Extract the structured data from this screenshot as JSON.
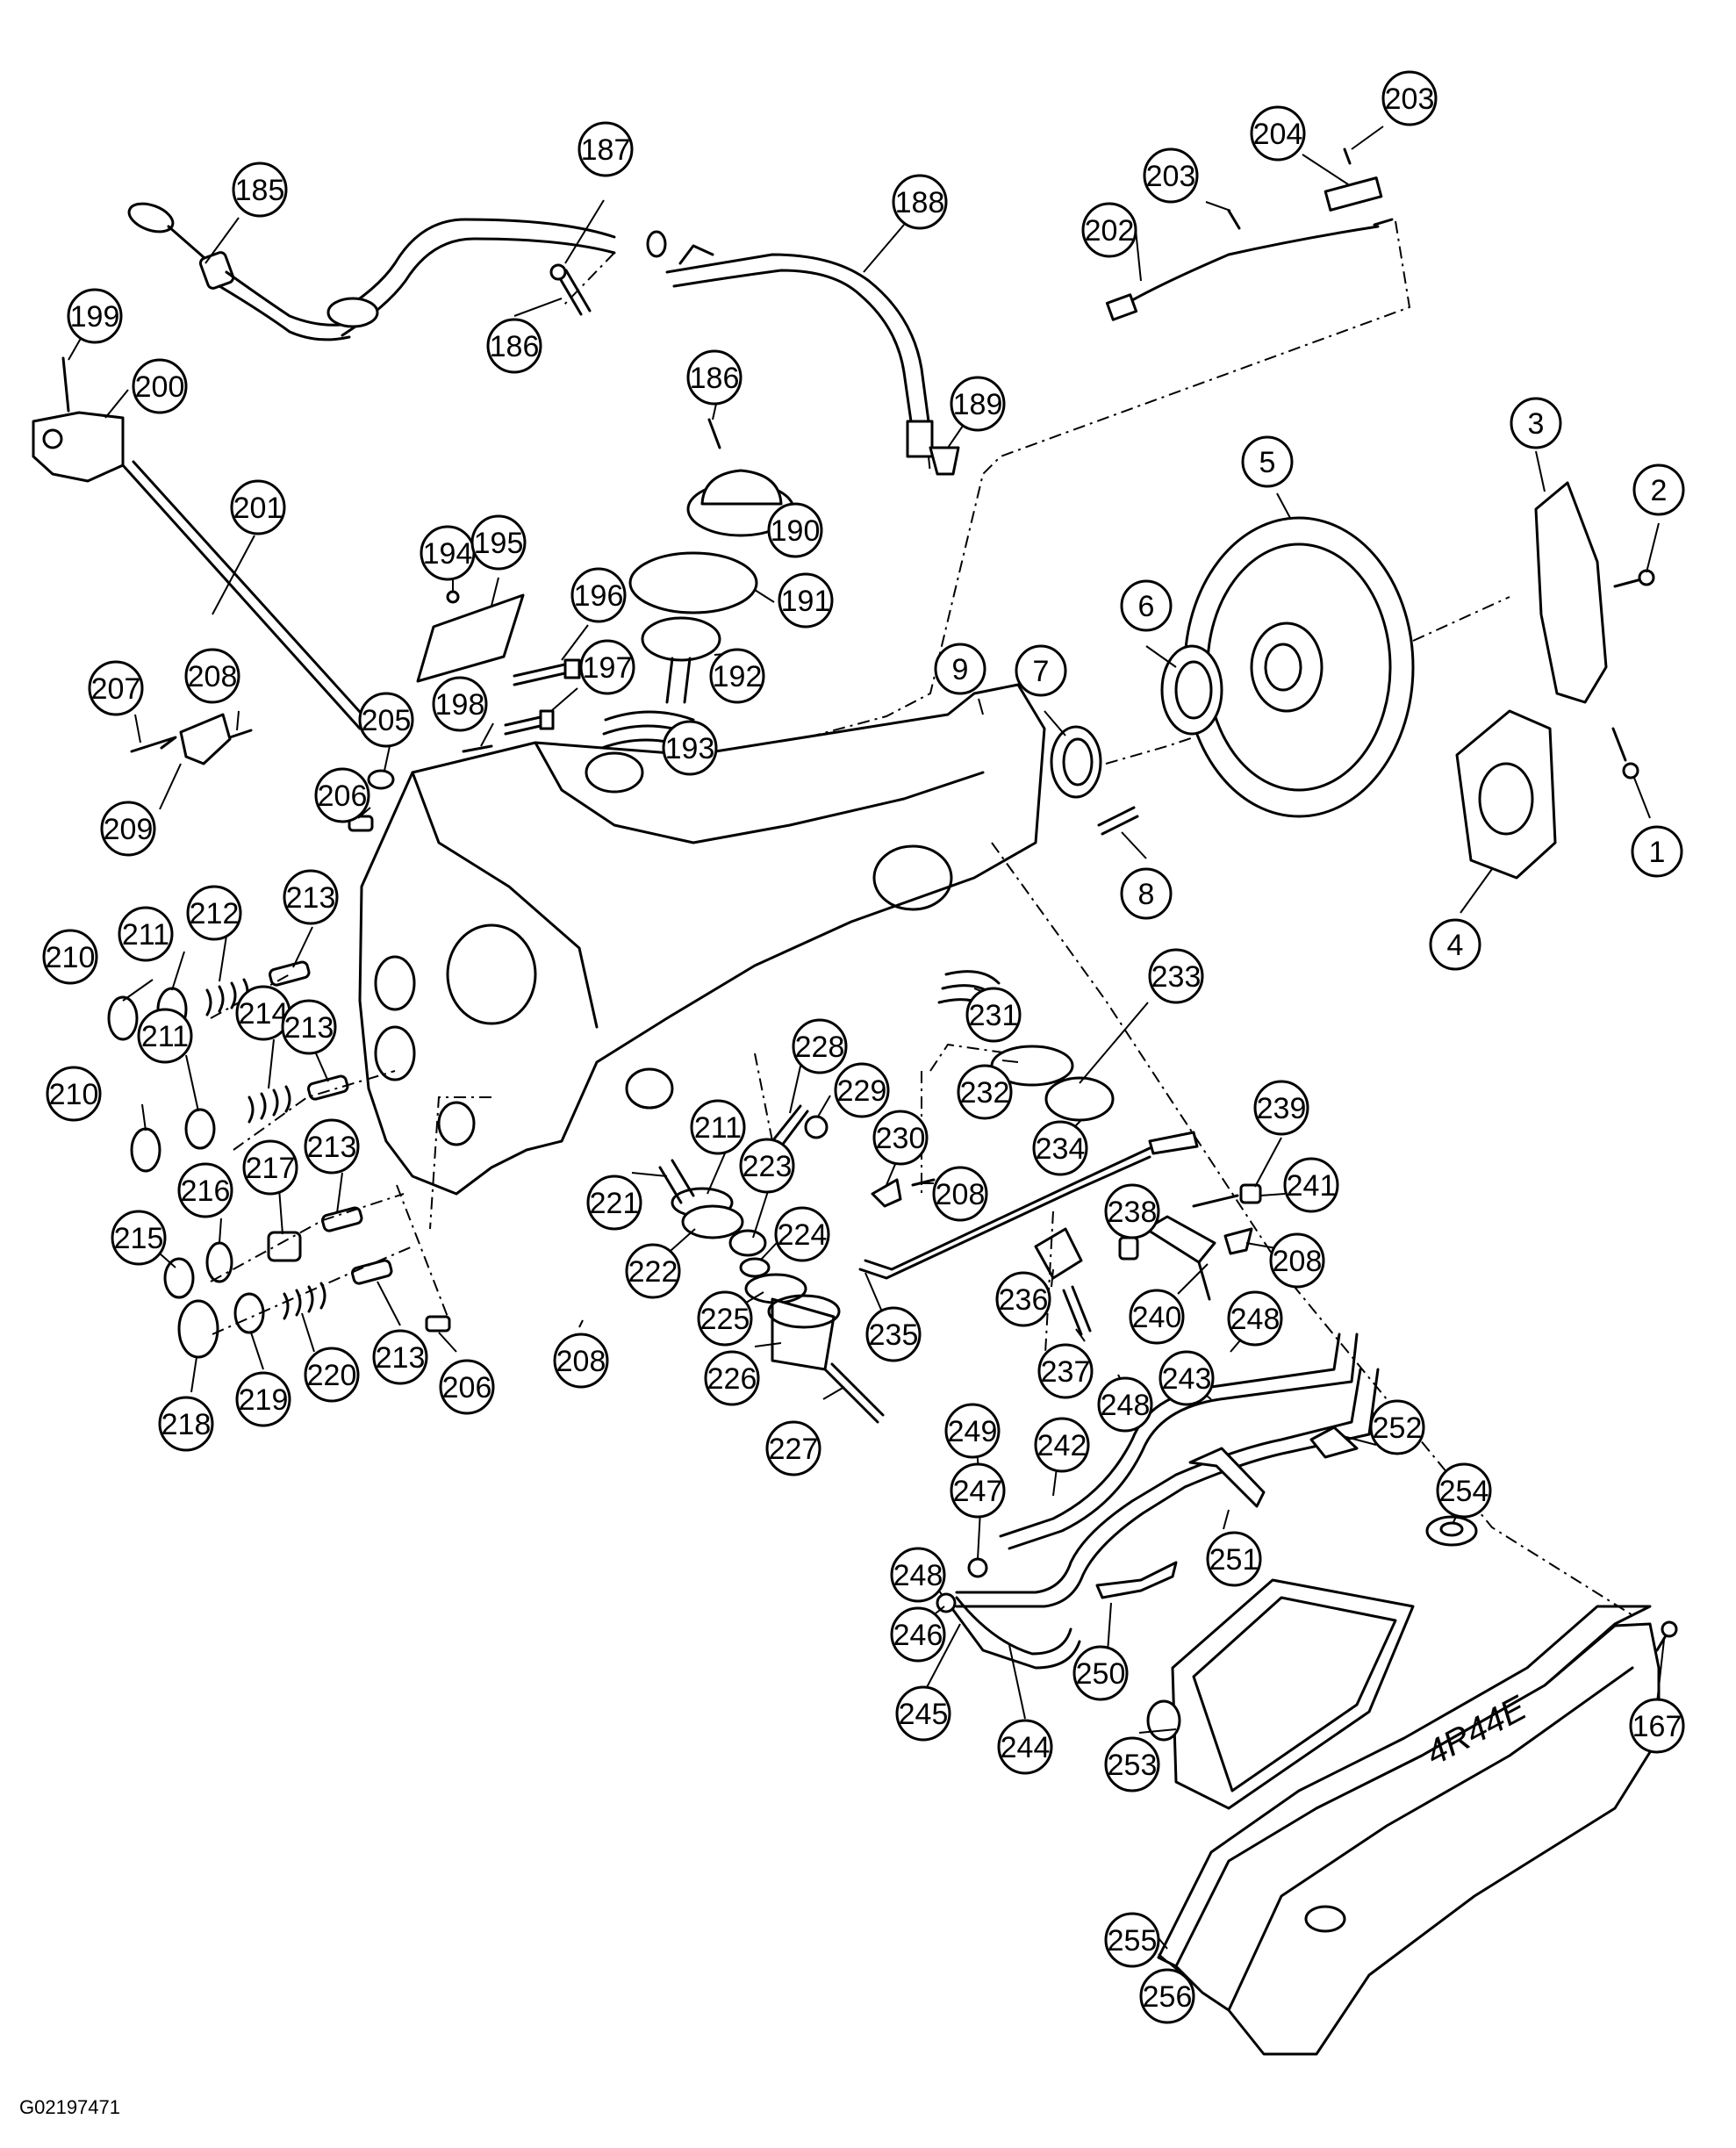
{
  "figure_id": "G02197471",
  "callouts": [
    {
      "label": "185"
    },
    {
      "label": "187"
    },
    {
      "label": "188"
    },
    {
      "label": "186"
    },
    {
      "label": "199"
    },
    {
      "label": "200"
    },
    {
      "label": "186"
    },
    {
      "label": "189"
    },
    {
      "label": "203"
    },
    {
      "label": "204"
    },
    {
      "label": "203"
    },
    {
      "label": "202"
    },
    {
      "label": "201"
    },
    {
      "label": "190"
    },
    {
      "label": "191"
    },
    {
      "label": "192"
    },
    {
      "label": "194"
    },
    {
      "label": "195"
    },
    {
      "label": "196"
    },
    {
      "label": "197"
    },
    {
      "label": "198"
    },
    {
      "label": "193"
    },
    {
      "label": "205"
    },
    {
      "label": "206"
    },
    {
      "label": "207"
    },
    {
      "label": "208"
    },
    {
      "label": "209"
    },
    {
      "label": "9"
    },
    {
      "label": "7"
    },
    {
      "label": "6"
    },
    {
      "label": "5"
    },
    {
      "label": "3"
    },
    {
      "label": "2"
    },
    {
      "label": "1"
    },
    {
      "label": "4"
    },
    {
      "label": "8"
    },
    {
      "label": "210"
    },
    {
      "label": "211"
    },
    {
      "label": "212"
    },
    {
      "label": "213"
    },
    {
      "label": "210"
    },
    {
      "label": "211"
    },
    {
      "label": "214"
    },
    {
      "label": "213"
    },
    {
      "label": "215"
    },
    {
      "label": "216"
    },
    {
      "label": "217"
    },
    {
      "label": "213"
    },
    {
      "label": "218"
    },
    {
      "label": "219"
    },
    {
      "label": "220"
    },
    {
      "label": "213"
    },
    {
      "label": "206"
    },
    {
      "label": "208"
    },
    {
      "label": "231"
    },
    {
      "label": "233"
    },
    {
      "label": "228"
    },
    {
      "label": "229"
    },
    {
      "label": "232"
    },
    {
      "label": "234"
    },
    {
      "label": "211"
    },
    {
      "label": "221"
    },
    {
      "label": "223"
    },
    {
      "label": "222"
    },
    {
      "label": "224"
    },
    {
      "label": "225"
    },
    {
      "label": "226"
    },
    {
      "label": "227"
    },
    {
      "label": "230"
    },
    {
      "label": "208"
    },
    {
      "label": "239"
    },
    {
      "label": "238"
    },
    {
      "label": "241"
    },
    {
      "label": "208"
    },
    {
      "label": "236"
    },
    {
      "label": "235"
    },
    {
      "label": "240"
    },
    {
      "label": "248"
    },
    {
      "label": "237"
    },
    {
      "label": "248"
    },
    {
      "label": "243"
    },
    {
      "label": "252"
    },
    {
      "label": "249"
    },
    {
      "label": "242"
    },
    {
      "label": "247"
    },
    {
      "label": "254"
    },
    {
      "label": "251"
    },
    {
      "label": "248"
    },
    {
      "label": "246"
    },
    {
      "label": "250"
    },
    {
      "label": "245"
    },
    {
      "label": "244"
    },
    {
      "label": "167"
    },
    {
      "label": "253"
    },
    {
      "label": "255"
    },
    {
      "label": "256"
    }
  ],
  "pan_stamp": "4R44E"
}
